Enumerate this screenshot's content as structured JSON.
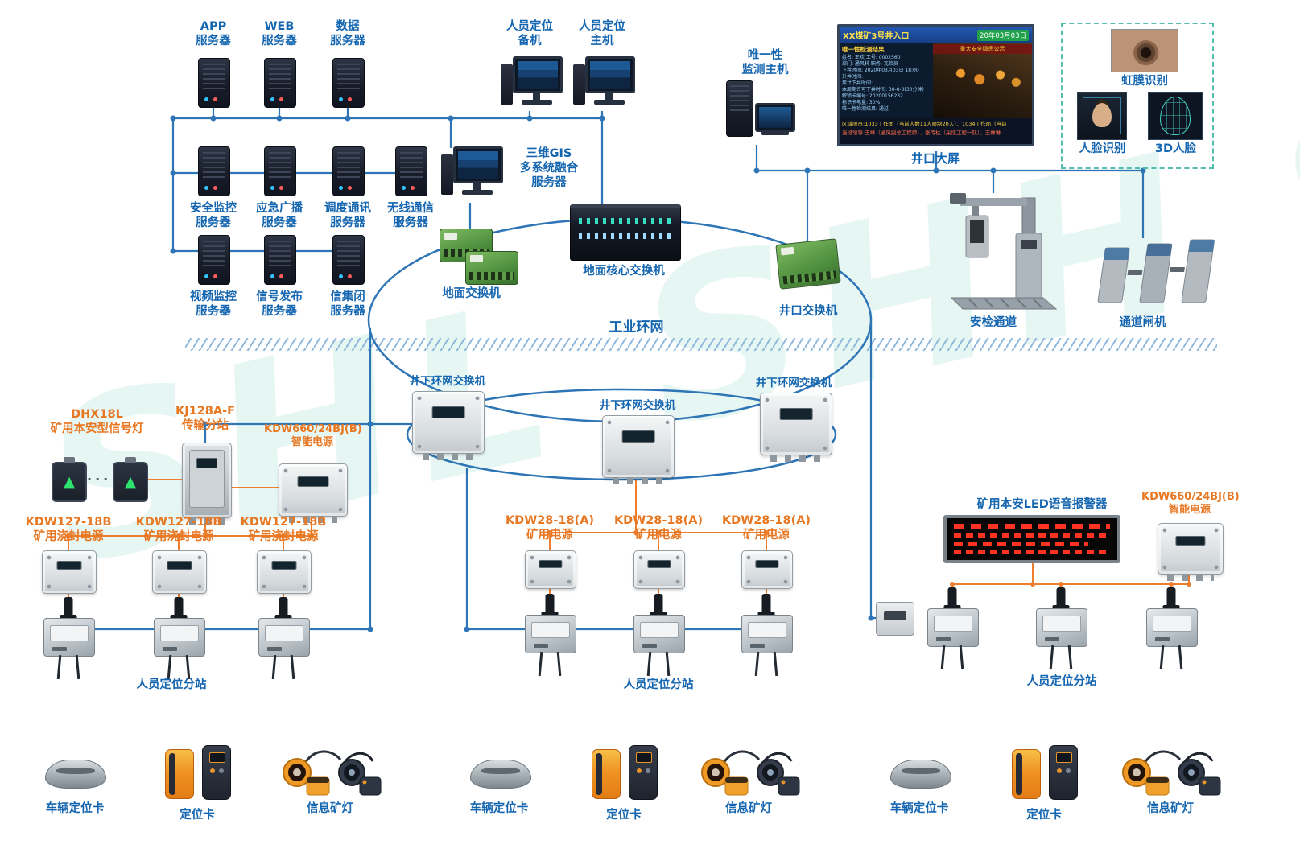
{
  "colors": {
    "blue": "#1566b0",
    "orange": "#e87722",
    "line_blue": "#2e75b6",
    "line_orange": "#ee7d2d",
    "watermark_teal": "#57c2ac"
  },
  "watermark": {
    "text": "SHL SHH SHH"
  },
  "servers": {
    "app": "APP\n服务器",
    "web": "WEB\n服务器",
    "data": "数据\n服务器",
    "safety": "安全监控\n服务器",
    "broadcast": "应急广播\n服务器",
    "dispatch": "调度通讯\n服务器",
    "wireless": "无线通信\n服务器",
    "video": "视频监控\n服务器",
    "signal": "信号发布\n服务器",
    "interlock": "信集闭\n服务器",
    "gis": "三维GIS\n多系统融合\n服务器",
    "backup": "人员定位\n备机",
    "main": "人员定位\n主机",
    "unique": "唯一性\n监测主机"
  },
  "screen": {
    "label": "井口大屏",
    "title": "XX煤矿3号井入口",
    "date": "20年03月03日",
    "panel_title": "唯一性检测结果",
    "hazard_title": "重大安全隐患公示",
    "info_lines": [
      "姓名: 王欢    工号: 0002560",
      "部门: 通风科  职务: 瓦检员",
      "下井时间: 2020年03月03日 18:00",
      "升井时间:",
      "累计下井时间:",
      "本周期许可下井时间: 30-0-0(30分钟)",
      "解锁卡编号: 20200156232",
      "标识卡电量: 30%",
      "唯一性检测结果: 通过"
    ],
    "bottom1": "区域限员:1033工作面（当前人数11人限制20人）、1034工作面（当前",
    "bottom2": "当班领导:王峰（通风副总工程师）、张传柱（采煤工程一队）、王林琳"
  },
  "recognition": {
    "iris": "虹膜识别",
    "face": "人脸识别",
    "face3d": "3D人脸"
  },
  "network": {
    "ground_switch": "地面交换机",
    "core_switch": "地面核心交换机",
    "wellhead_switch": "井口交换机",
    "security_channel": "安检通道",
    "gate": "通道闸机",
    "ring": "工业环网",
    "underground_switch": "井下环网交换机"
  },
  "devices": {
    "signal_light": "DHX18L\n矿用本安型信号灯",
    "kj128": "KJ128A-F\n传输分站",
    "kdw660": "KDW660/24BJ(B)\n智能电源",
    "kdw127": "KDW127-18B\n矿用浇封电源",
    "kdw28": "KDW28-18(A)\n矿用电源",
    "led_alarm": "矿用本安LED语音报警器",
    "substation": "人员定位分站"
  },
  "legend": {
    "vehicle": "车辆定位卡",
    "card": "定位卡",
    "lamp": "信息矿灯"
  }
}
